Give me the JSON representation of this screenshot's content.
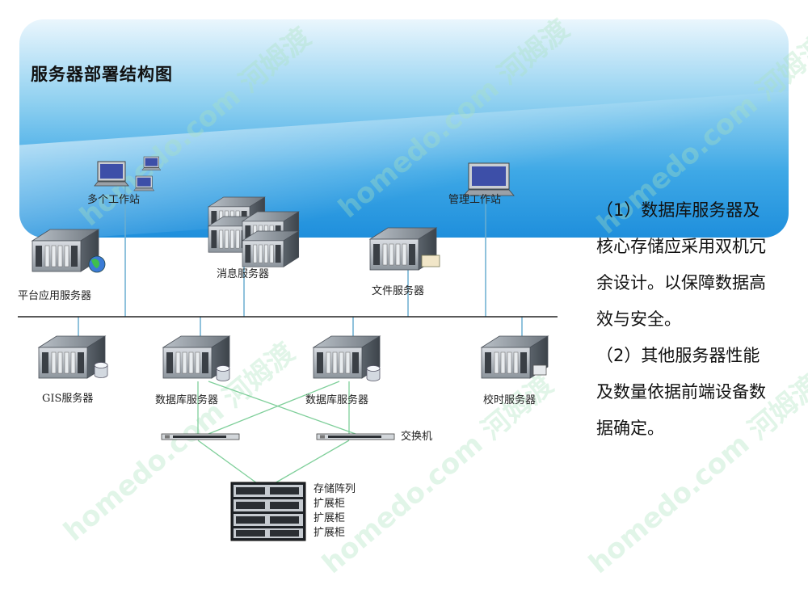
{
  "title": "服务器部署结构图",
  "nodes": {
    "workstations": "多个工作站",
    "admin_workstation": "管理工作站",
    "platform_server": "平台应用服务器",
    "message_server": "消息服务器",
    "file_server": "文件服务器",
    "gis_server": "GIS服务器",
    "db_server_1": "数据库服务器",
    "db_server_2": "数据库服务器",
    "time_server": "校时服务器",
    "switch": "交换机",
    "storage": [
      "存储阵列",
      "扩展柜",
      "扩展柜",
      "扩展柜"
    ]
  },
  "side_text": [
    "（1）数据库服务器及核心存储应采用双机冗余设计。以保障数据高效与安全。",
    "（2）其他服务器性能及数量依据前端设备数据确定。"
  ],
  "watermark": "homedo.com 河姆渡",
  "colors": {
    "banner_top": "#eaf6fd",
    "banner_bottom": "#1f8fdc",
    "link_line": "#5aa6c8",
    "green_link": "#7fcf9a"
  }
}
